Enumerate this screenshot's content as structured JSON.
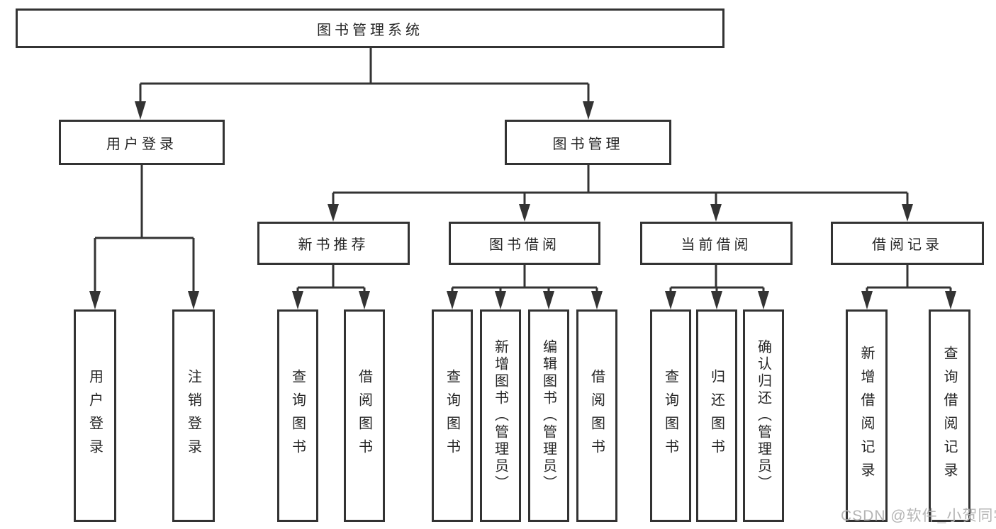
{
  "tree": {
    "label": "图书管理系统",
    "children": [
      {
        "label": "用户登录",
        "children": [
          {
            "label": "用户登录"
          },
          {
            "label": "注销登录"
          }
        ]
      },
      {
        "label": "图书管理",
        "children": [
          {
            "label": "新书推荐",
            "children": [
              {
                "label": "查询图书"
              },
              {
                "label": "借阅图书"
              }
            ]
          },
          {
            "label": "图书借阅",
            "children": [
              {
                "label": "查询图书"
              },
              {
                "label": "新增图书（管理员）"
              },
              {
                "label": "编辑图书（管理员）"
              },
              {
                "label": "借阅图书"
              }
            ]
          },
          {
            "label": "当前借阅",
            "children": [
              {
                "label": "查询图书"
              },
              {
                "label": "归还图书"
              },
              {
                "label": "确认归还（管理员）"
              }
            ]
          },
          {
            "label": "借阅记录",
            "children": [
              {
                "label": "新增借阅记录"
              },
              {
                "label": "查询借阅记录"
              }
            ]
          }
        ]
      }
    ]
  },
  "watermark": "CSDN @软件_小贺同学",
  "colors": {
    "line": "#333333",
    "text": "#262626",
    "watermark": "#b5b5b5",
    "background": "#ffffff"
  }
}
